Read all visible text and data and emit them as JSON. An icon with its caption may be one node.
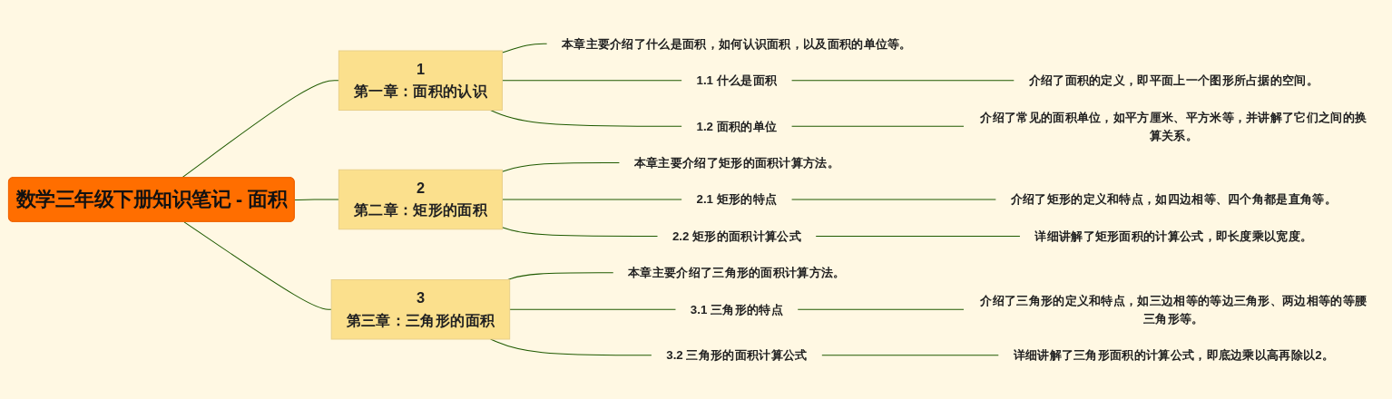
{
  "diagram": {
    "nodes": [
      {
        "text": [
          "数学三年级下册知识笔记 - 面积"
        ]
      },
      {
        "text": [
          "1",
          "第一章：面积的认识"
        ]
      },
      {
        "text": [
          "本章主要介绍了什么是面积，如何认识面积，以及面积的单位等。"
        ]
      },
      {
        "text": [
          "1.1 什么是面积"
        ]
      },
      {
        "text": [
          "介绍了面积的定义，即平面上一个图形所占据的空间。"
        ]
      },
      {
        "text": [
          "1.2 面积的单位"
        ]
      },
      {
        "text": [
          "介绍了常见的面积单位，如平方厘米、平方米等，并讲解了它们之间的换算关系。"
        ]
      },
      {
        "text": [
          "2",
          "第二章：矩形的面积"
        ]
      },
      {
        "text": [
          "本章主要介绍了矩形的面积计算方法。"
        ]
      },
      {
        "text": [
          "2.1 矩形的特点"
        ]
      },
      {
        "text": [
          "介绍了矩形的定义和特点，如四边相等、四个角都是直角等。"
        ]
      },
      {
        "text": [
          "2.2 矩形的面积计算公式"
        ]
      },
      {
        "text": [
          "详细讲解了矩形面积的计算公式，即长度乘以宽度。"
        ]
      },
      {
        "text": [
          "3",
          "第三章：三角形的面积"
        ]
      },
      {
        "text": [
          "本章主要介绍了三角形的面积计算方法。"
        ]
      },
      {
        "text": [
          "3.1 三角形的特点"
        ]
      },
      {
        "text": [
          "介绍了三角形的定义和特点，如三边相等的等边三角形、两边相等的等腰三角形等。"
        ]
      },
      {
        "text": [
          "3.2 三角形的面积计算公式"
        ]
      },
      {
        "text": [
          "详细讲解了三角形面积的计算公式，即底边乘以高再除以2。"
        ]
      }
    ],
    "edges": [
      {
        "from": 0,
        "to": 1,
        "arrow": "none"
      },
      {
        "from": 0,
        "to": 7,
        "arrow": "none"
      },
      {
        "from": 0,
        "to": 13,
        "arrow": "none"
      },
      {
        "from": 1,
        "to": 2,
        "arrow": "none"
      },
      {
        "from": 1,
        "to": 3,
        "arrow": "none"
      },
      {
        "from": 1,
        "to": 5,
        "arrow": "none"
      },
      {
        "from": 3,
        "to": 4,
        "arrow": "none"
      },
      {
        "from": 5,
        "to": 6,
        "arrow": "none"
      },
      {
        "from": 7,
        "to": 8,
        "arrow": "none"
      },
      {
        "from": 7,
        "to": 9,
        "arrow": "none"
      },
      {
        "from": 7,
        "to": 11,
        "arrow": "none"
      },
      {
        "from": 9,
        "to": 10,
        "arrow": "none"
      },
      {
        "from": 11,
        "to": 12,
        "arrow": "none"
      },
      {
        "from": 13,
        "to": 14,
        "arrow": "none"
      },
      {
        "from": 13,
        "to": 15,
        "arrow": "none"
      },
      {
        "from": 13,
        "to": 17,
        "arrow": "none"
      },
      {
        "from": 15,
        "to": 16,
        "arrow": "none"
      },
      {
        "from": 17,
        "to": 18,
        "arrow": "none"
      }
    ]
  }
}
